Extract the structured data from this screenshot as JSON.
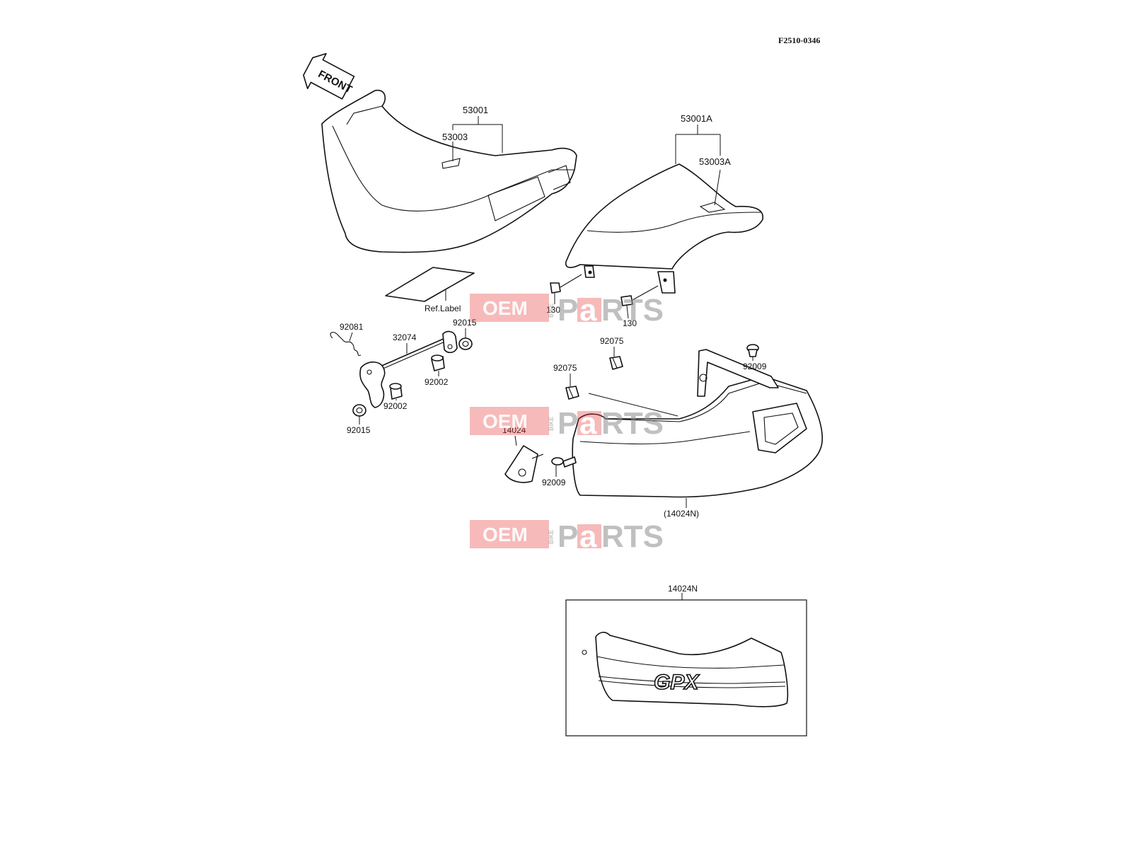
{
  "diagram_code": "F2510-0346",
  "front_arrow": "FRONT",
  "labels": {
    "seat_front": "53001",
    "seat_front_sub": "53003",
    "seat_rear": "53001A",
    "seat_rear_sub": "53003A",
    "ref_label": "Ref.Label",
    "bolt_left": "130",
    "bolt_right": "130",
    "spring": "92081",
    "rod": "32074",
    "collar_top": "92015",
    "damper_top": "92002",
    "damper_bottom": "92002",
    "collar_bottom": "92015",
    "nut_upper": "92075",
    "nut_lower": "92075",
    "screw_upper": "92009",
    "screw_lower": "92009",
    "bracket": "14024",
    "cover_ref": "(14024N)",
    "inset_title": "14024N",
    "inset_logo": "GPX"
  },
  "watermark": {
    "part1": "OEM",
    "part2": "BIKE",
    "part3": "P",
    "part4": "a",
    "part5": "RTS"
  }
}
